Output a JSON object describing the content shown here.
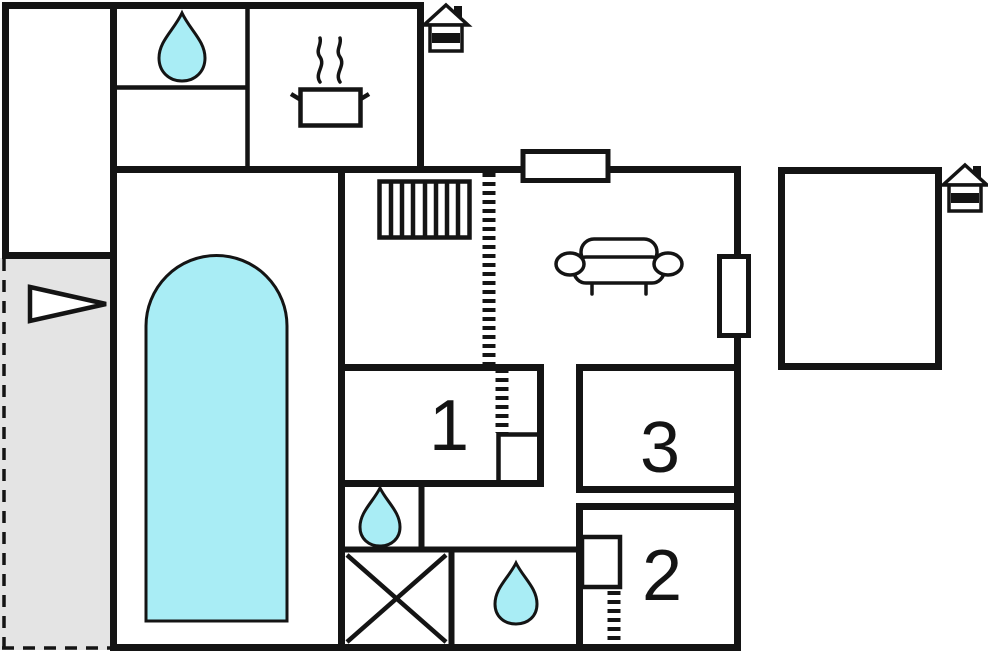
{
  "rooms": {
    "room1_label": "1",
    "room2_label": "2",
    "room3_label": "3"
  },
  "colors": {
    "wall": "#141414",
    "water": "#a9edf5",
    "terrace": "#e4e4e4",
    "window": "#ffffff"
  },
  "icons": {
    "entrance_main": "house-with-chimney",
    "entrance_annex": "house-with-chimney",
    "kitchen_sink": "water-drop",
    "kitchen_stove": "pot-with-steam",
    "bathroom_1": "water-drop",
    "bathroom_2": "water-drop",
    "living_room": "sofa",
    "hall": "stairs",
    "terrace_marker": "arrow-triangle",
    "shower_room": "cross-box",
    "pool": "swimming-pool"
  }
}
